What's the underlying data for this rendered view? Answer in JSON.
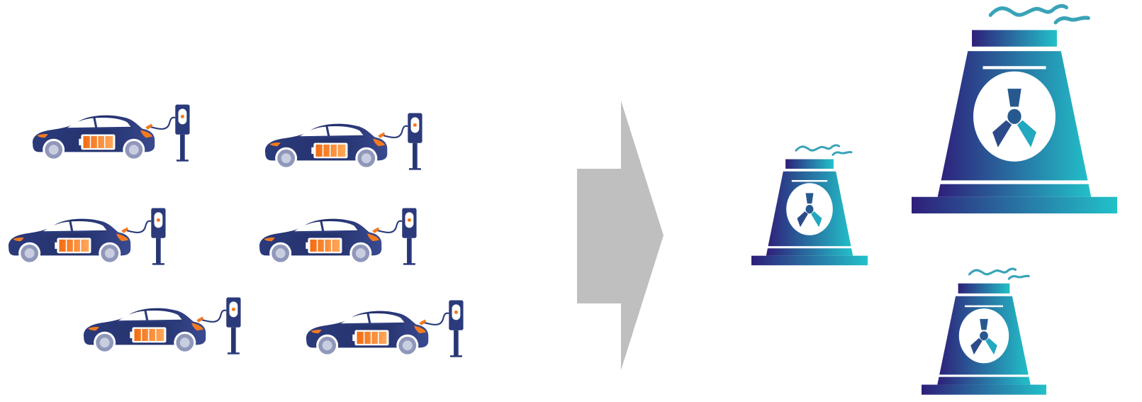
{
  "diagram": {
    "left_group": {
      "items": [
        {
          "type": "electric-car-charging",
          "icon": "ev-charging-icon"
        },
        {
          "type": "electric-car-charging",
          "icon": "ev-charging-icon"
        },
        {
          "type": "electric-car-charging",
          "icon": "ev-charging-icon"
        },
        {
          "type": "electric-car-charging",
          "icon": "ev-charging-icon"
        },
        {
          "type": "electric-car-charging",
          "icon": "ev-charging-icon"
        },
        {
          "type": "electric-car-charging",
          "icon": "ev-charging-icon"
        }
      ]
    },
    "connector": {
      "icon": "arrow-right-icon",
      "color": "#bfbfbf"
    },
    "right_group": {
      "items": [
        {
          "type": "nuclear-power-plant",
          "icon": "nuclear-plant-icon"
        },
        {
          "type": "nuclear-power-plant",
          "icon": "nuclear-plant-icon"
        },
        {
          "type": "nuclear-power-plant",
          "icon": "nuclear-plant-icon"
        }
      ]
    },
    "colors": {
      "car_body": "#2b3a7a",
      "car_battery": "#f47a20",
      "plant_gradient_start": "#2e1f7a",
      "plant_gradient_end": "#22c1c9",
      "arrow": "#bfbfbf"
    }
  }
}
